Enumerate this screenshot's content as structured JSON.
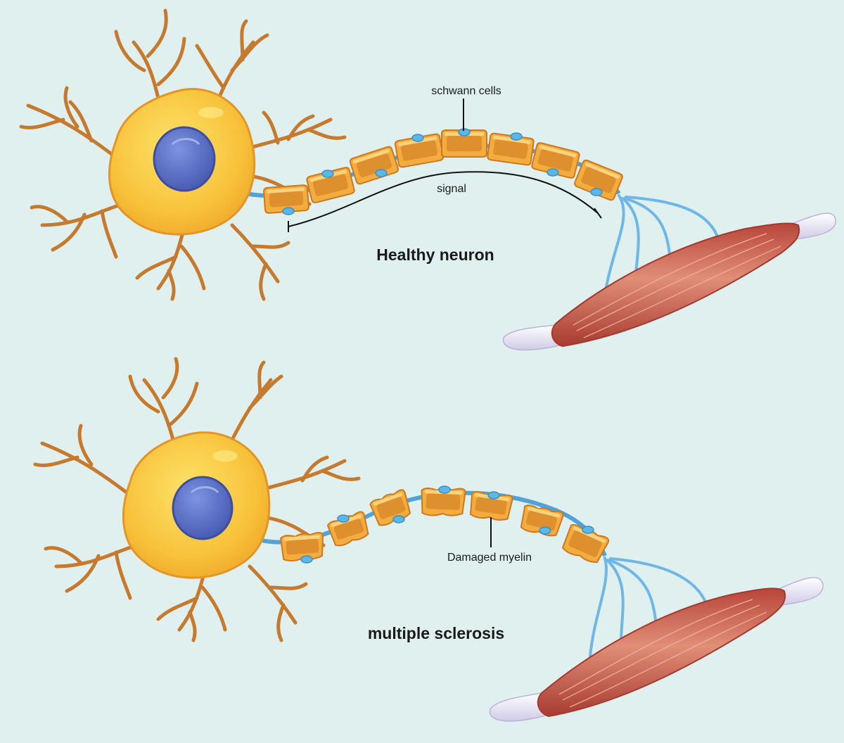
{
  "colors": {
    "background": "#e0f0ef",
    "cell_body": "#f6b433",
    "cell_body_light": "#fcd54a",
    "nucleus": "#5a6fc6",
    "dendrite": "#c57a2e",
    "myelin": "#f3a53a",
    "myelin_inner": "#d98a2c",
    "node": "#5bb7e6",
    "axon": "#4fa3d9",
    "muscle": "#c5594a",
    "tendon": "#e6e3f2"
  },
  "healthy": {
    "schwann_label": "schwann cells",
    "signal_label": "signal",
    "title": "Healthy neuron"
  },
  "ms": {
    "damaged_label": "Damaged myelin",
    "title": "multiple sclerosis"
  }
}
